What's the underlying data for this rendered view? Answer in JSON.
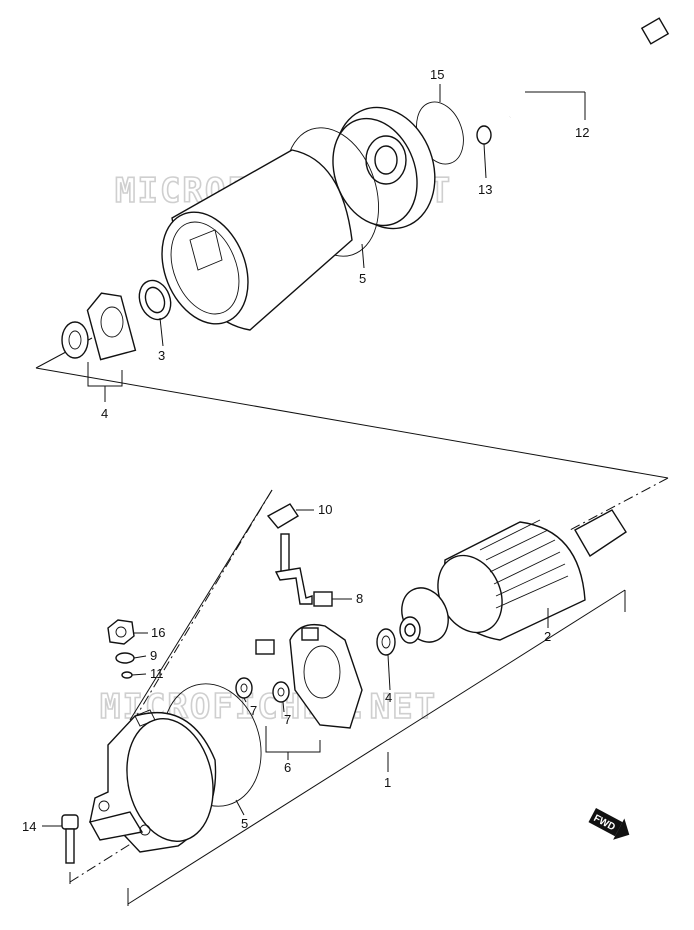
{
  "watermark": "MICROFICHES.NET",
  "fwd_badge": "FWD",
  "callouts": {
    "c1": "1",
    "c2": "2",
    "c3": "3",
    "c4_top": "4",
    "c4_mid": "4",
    "c5_top": "5",
    "c5_bot": "5",
    "c6": "6",
    "c7_a": "7",
    "c7_b": "7",
    "c8": "8",
    "c9": "9",
    "c10": "10",
    "c11": "11",
    "c12": "12",
    "c13": "13",
    "c14": "14",
    "c15": "15",
    "c16": "16"
  }
}
